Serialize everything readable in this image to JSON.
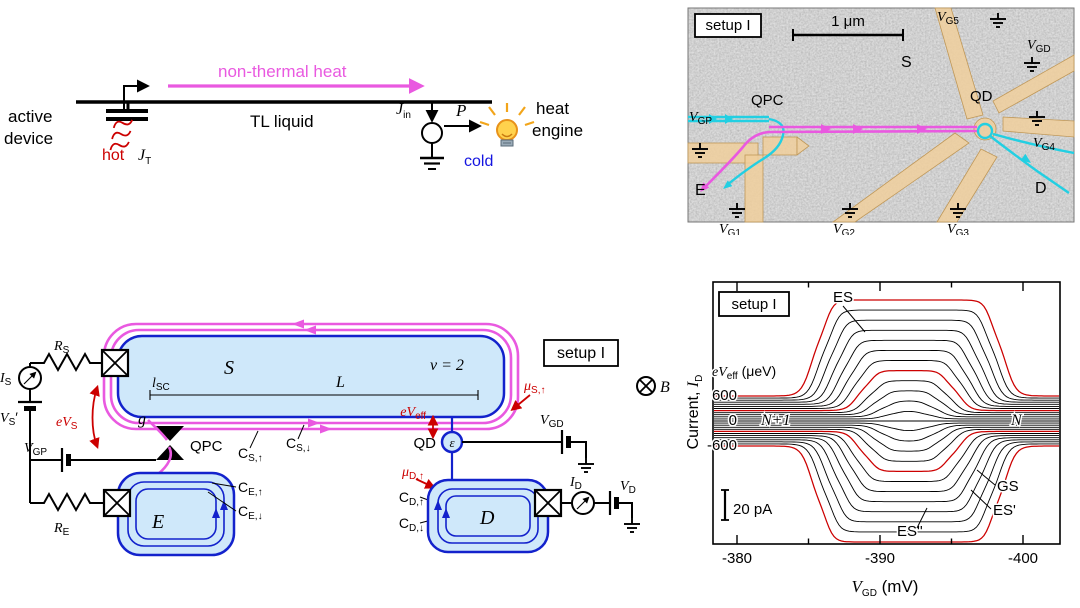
{
  "colors": {
    "magenta": "#e959e0",
    "cyan": "#22cfe2",
    "blue": "#1322cc",
    "lightblue": "#cfe8fa",
    "red": "#cc0000",
    "tan": "#f0cf9c"
  },
  "panel_a": {
    "active1": "active",
    "active2": "device",
    "hot": "hot",
    "jt": {
      "b": "J",
      "s": "T"
    },
    "heat_arrow": "non-thermal heat",
    "tl": "TL liquid",
    "jin": {
      "b": "J",
      "s": "in"
    },
    "p": "P",
    "he1": "heat",
    "he2": "engine",
    "cold": "cold"
  },
  "panel_b": {
    "setup": "setup I",
    "scale": "1 μm",
    "s": "S",
    "qpc": "QPC",
    "qd": "QD",
    "e": "E",
    "d": "D",
    "vgp": {
      "b": "V",
      "s": "GP"
    },
    "vg1": {
      "b": "V",
      "s": "G1"
    },
    "vg2": {
      "b": "V",
      "s": "G2"
    },
    "vg3": {
      "b": "V",
      "s": "G3"
    },
    "vg4": {
      "b": "V",
      "s": "G4"
    },
    "vg5": {
      "b": "V",
      "s": "G5"
    },
    "vgd": {
      "b": "V",
      "s": "GD"
    }
  },
  "panel_c": {
    "setup": "setup I",
    "nu": "ν = 2",
    "bfield": "B",
    "s": "S",
    "l": "L",
    "lsc": {
      "b": "l",
      "s": "SC"
    },
    "g": "g",
    "qpc": "QPC",
    "qd": "QD",
    "eps": "ε",
    "e": "E",
    "d": "D",
    "rs": {
      "b": "R",
      "s": "S"
    },
    "re": {
      "b": "R",
      "s": "E"
    },
    "is": {
      "b": "I",
      "s": "S"
    },
    "id": {
      "b": "I",
      "s": "D"
    },
    "vsp": {
      "b": "V",
      "s": "S",
      "p": "′"
    },
    "vd": {
      "b": "V",
      "s": "D"
    },
    "vgp": {
      "b": "V",
      "s": "GP"
    },
    "vgd": {
      "b": "V",
      "s": "GD"
    },
    "evs": {
      "b": "eV",
      "s": "S"
    },
    "eveff": {
      "b": "eV",
      "s": "eff"
    },
    "mus": {
      "b": "μ",
      "s": "S,↑"
    },
    "mud": {
      "b": "μ",
      "s": "D,↑"
    },
    "csu": {
      "b": "C",
      "s": "S,↑"
    },
    "csd": {
      "b": "C",
      "s": "S,↓"
    },
    "ceu": {
      "b": "C",
      "s": "E,↑"
    },
    "ced": {
      "b": "C",
      "s": "E,↓"
    },
    "cdu": {
      "b": "C",
      "s": "D,↑"
    },
    "cdd": {
      "b": "C",
      "s": "D,↓"
    }
  },
  "chart_data": {
    "type": "line",
    "setup": "setup I",
    "xlabel": {
      "b": "V",
      "s": "GD",
      "p": " (mV)"
    },
    "ylabel": {
      "pre": "Current, ",
      "b": "I",
      "s": "D"
    },
    "x_ticks": [
      -380,
      -390,
      -400
    ],
    "bias_axis": {
      "b": "eV",
      "s": "eff",
      "p": " (μeV)"
    },
    "bias_ticks": [
      600,
      0,
      -600
    ],
    "scale_bar": "20 pA",
    "annotations": {
      "es": "ES",
      "gs": "GS",
      "es1": "ES'",
      "es2": "ES''",
      "n": "N",
      "np1": "N+1"
    },
    "traces": {
      "count": 25,
      "bias_uev_max": 600,
      "bias_uev_step": 50,
      "bias_uev_range": [
        -600,
        600
      ],
      "red_bias_uev": [
        600,
        250,
        -250,
        -600
      ],
      "resonance_center_mV": -392,
      "x_range_mV": [
        -378.3,
        -402.6
      ],
      "levels": [
        "GS",
        "ES",
        "ES'",
        "ES''"
      ]
    }
  }
}
